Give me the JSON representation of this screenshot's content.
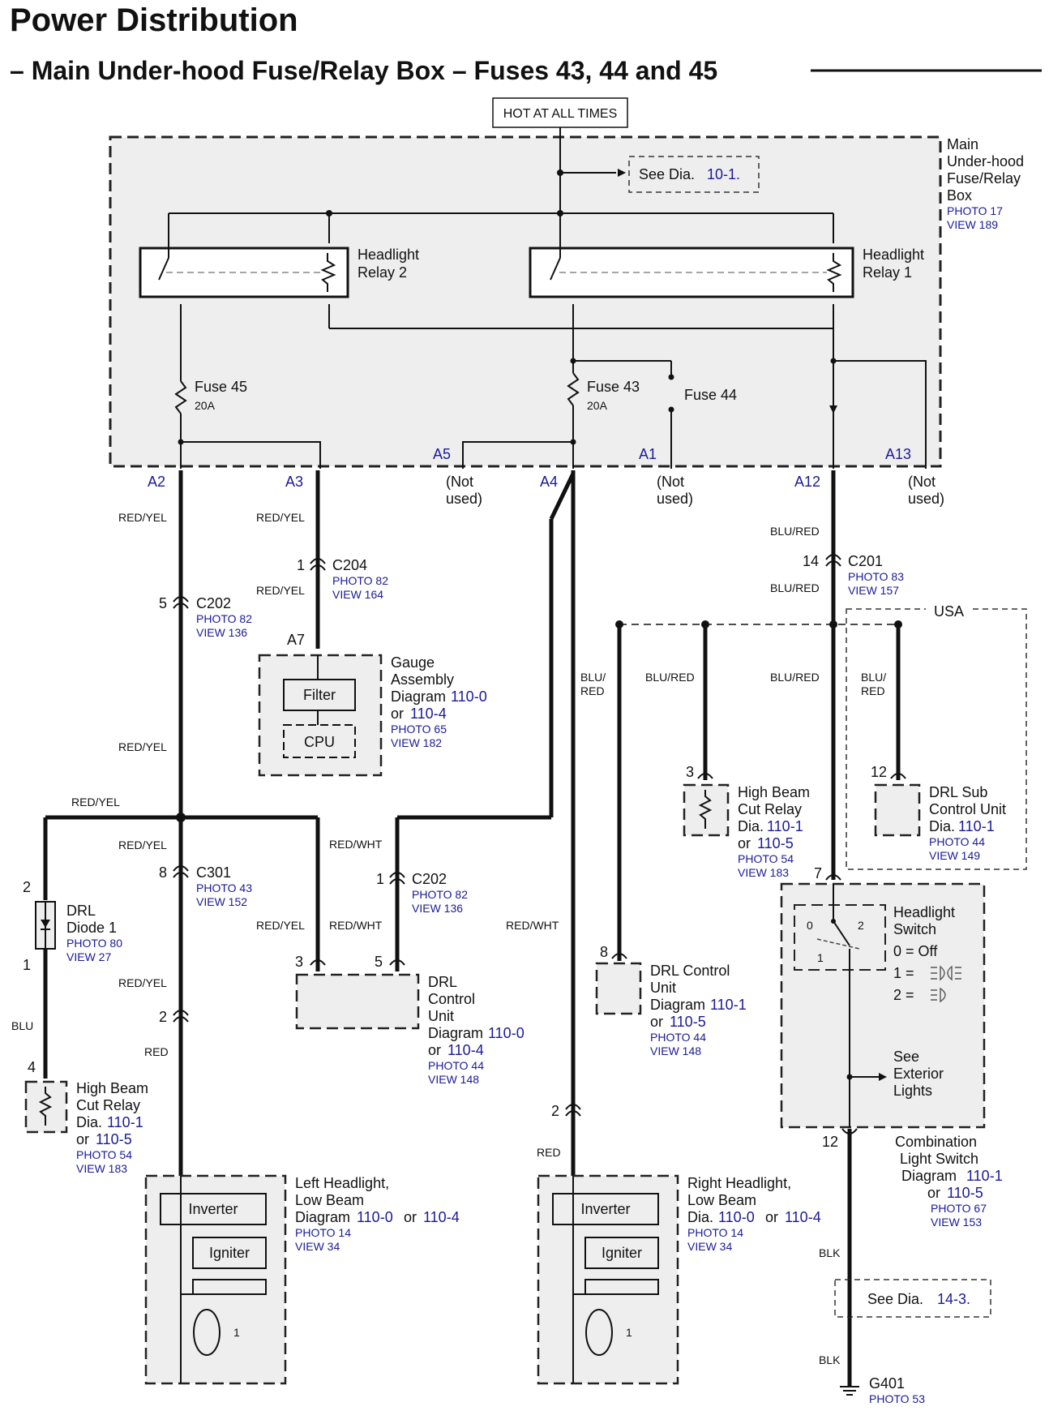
{
  "header": {
    "title": "Power Distribution",
    "subtitle": "– Main Under-hood Fuse/Relay Box – Fuses 43, 44 and 45"
  },
  "hot": "HOT AT ALL TIMES",
  "box": {
    "name_lines": [
      "Main",
      "Under-hood",
      "Fuse/Relay",
      "Box"
    ],
    "photo": "PHOTO 17",
    "view": "VIEW 189",
    "see_prefix": "See  Dia.",
    "see_link": "10-1.",
    "relay2": [
      "Headlight",
      "Relay 2"
    ],
    "relay1": [
      "Headlight",
      "Relay 1"
    ],
    "fuse45": "Fuse 45",
    "fuse45_amp": "20A",
    "fuse43": "Fuse 43",
    "fuse43_amp": "20A",
    "fuse44": "Fuse 44"
  },
  "terminals": {
    "a2": "A2",
    "a3": "A3",
    "a5": "A5",
    "a4": "A4",
    "a1": "A1",
    "a12": "A12",
    "a13": "A13"
  },
  "not_used": [
    "(Not",
    "used)"
  ],
  "wires": {
    "red_yel": "RED/YEL",
    "red_wht": "RED/WHT",
    "blu_red": "BLU/RED",
    "blu_red_split": [
      "BLU/",
      "RED"
    ],
    "blu": "BLU",
    "red": "RED",
    "blk": "BLK"
  },
  "connectors": {
    "c204": "C204",
    "c204_photo": "PHOTO 82",
    "c204_view": "VIEW 164",
    "c202": "C202",
    "c202_photo": "PHOTO 82",
    "c202_view": "VIEW 136",
    "c201": "C201",
    "c201_photo": "PHOTO 83",
    "c201_view": "VIEW 157",
    "c301": "C301",
    "c301_photo": "PHOTO 43",
    "c301_view": "VIEW 152"
  },
  "pins": {
    "p1": "1",
    "p2": "2",
    "p3": "3",
    "p4": "4",
    "p5": "5",
    "p7": "7",
    "p8": "8",
    "p12": "12",
    "p14": "14",
    "a7": "A7"
  },
  "gauge": {
    "lines": [
      "Gauge",
      "Assembly"
    ],
    "diagram": "Diagram",
    "link1": "110-0",
    "or": "or",
    "link2": "110-4",
    "photo": "PHOTO 65",
    "view": "VIEW 182",
    "filter": "Filter",
    "cpu": "CPU"
  },
  "usa": "USA",
  "hbcr_right": {
    "lines": [
      "High Beam",
      "Cut Relay"
    ],
    "dia": "Dia.",
    "link1": "110-1",
    "or": "or",
    "link2": "110-5",
    "photo": "PHOTO 54",
    "view": "VIEW 183"
  },
  "drl_sub": {
    "lines": [
      "DRL Sub",
      "Control Unit"
    ],
    "dia": "Dia.",
    "link1": "110-1",
    "photo": "PHOTO 44",
    "view": "VIEW 149"
  },
  "drl_diode": {
    "lines": [
      "DRL",
      "Diode 1"
    ],
    "photo": "PHOTO 80",
    "view": "VIEW 27"
  },
  "drl_cu_center": {
    "lines": [
      "DRL",
      "Control",
      "Unit"
    ],
    "diagram": "Diagram",
    "link1": "110-0",
    "or": "or",
    "link2": "110-4",
    "photo": "PHOTO 44",
    "view": "VIEW 148"
  },
  "drl_cu_right": {
    "lines": [
      "DRL Control",
      "Unit"
    ],
    "diagram": "Diagram",
    "link1": "110-1",
    "or": "or",
    "link2": "110-5",
    "photo": "PHOTO 44",
    "view": "VIEW 148"
  },
  "headlight_switch": {
    "lines": [
      "Headlight",
      "Switch"
    ],
    "s0": "0 =  Off",
    "s1": "1 =",
    "s2": "2 =",
    "k0": "0",
    "k1": "1",
    "k2": "2",
    "see": [
      "See",
      "Exterior",
      "Lights"
    ]
  },
  "combo": {
    "lines": [
      "Combination",
      "Light Switch"
    ],
    "diagram": "Diagram",
    "link1": "110-1",
    "or": "or",
    "link2": "110-5",
    "photo": "PHOTO 67",
    "view": "VIEW 153"
  },
  "hbcr_left": {
    "lines": [
      "High Beam",
      "Cut Relay"
    ],
    "dia": "Dia.",
    "link1": "110-1",
    "or": "or",
    "link2": "110-5",
    "photo": "PHOTO 54",
    "view": "VIEW 183"
  },
  "left_headlight": {
    "lines": [
      "Left Headlight,",
      "Low Beam"
    ],
    "diagram": "Diagram",
    "link1": "110-0",
    "or": "or",
    "link2": "110-4",
    "photo": "PHOTO 14",
    "view": "VIEW 34",
    "inverter": "Inverter",
    "igniter": "Igniter",
    "bulb": "1"
  },
  "right_headlight": {
    "lines": [
      "Right Headlight,",
      "Low Beam"
    ],
    "dia": "Dia.",
    "link1": "110-0",
    "or": "or",
    "link2": "110-4",
    "photo": "PHOTO 14",
    "view": "VIEW 34",
    "inverter": "Inverter",
    "igniter": "Igniter",
    "bulb": "1"
  },
  "ground_ref": {
    "see_prefix": "See  Dia.",
    "link": "14-3."
  },
  "ground": {
    "name": "G401",
    "photo": "PHOTO 53"
  }
}
